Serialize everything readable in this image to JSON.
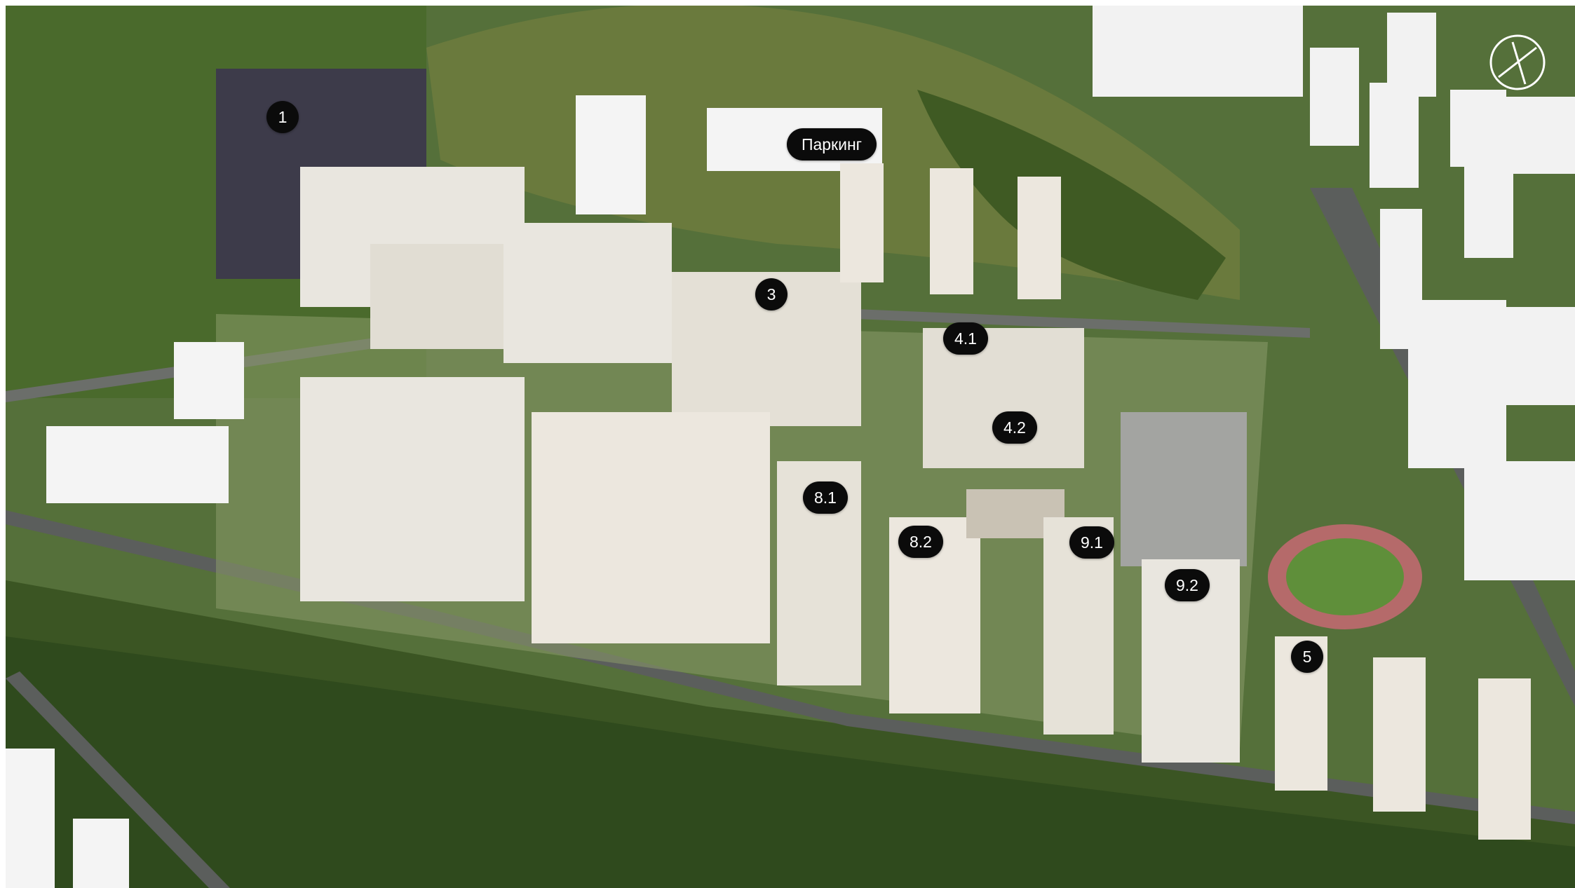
{
  "scene": {
    "description_icon": "aerial-render",
    "colors": {
      "forest_dark": "#2f4a1d",
      "forest_mid": "#46652a",
      "grass_light": "#7c9a4c",
      "hill": "#6a7a3d",
      "road": "#5b5e5c",
      "building_light": "#e9e6df",
      "building_white": "#f2f2f2",
      "roof": "#9a9b98",
      "facade_dark": "#3d3b4a",
      "pin_bg": "#0b0b0b",
      "pin_text": "#ffffff"
    }
  },
  "markers": [
    {
      "id": "1",
      "label": "1"
    },
    {
      "id": "parking",
      "label": "Паркинг"
    },
    {
      "id": "3",
      "label": "3"
    },
    {
      "id": "4-1",
      "label": "4.1"
    },
    {
      "id": "4-2",
      "label": "4.2"
    },
    {
      "id": "8-1",
      "label": "8.1"
    },
    {
      "id": "8-2",
      "label": "8.2"
    },
    {
      "id": "9-1",
      "label": "9.1"
    },
    {
      "id": "9-2",
      "label": "9.2"
    },
    {
      "id": "5",
      "label": "5"
    }
  ],
  "compass": {
    "icon": "compass-north-icon"
  }
}
